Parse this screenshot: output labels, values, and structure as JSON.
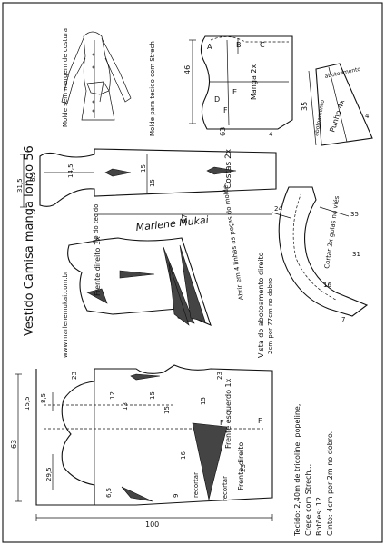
{
  "title": "Vestido Camisa manga longo 56",
  "site": "www.marlenemukai.com.br",
  "signature": "Marlene Mukai",
  "preview": {
    "caption": "Molde sem margem de costura",
    "fabric_note": "Molde para tecido com Strech"
  },
  "sleeve": {
    "label": "Manga 2x",
    "letters": [
      "A",
      "B",
      "C",
      "D",
      "E",
      "F"
    ],
    "dims": [
      "46",
      "63",
      "4"
    ]
  },
  "cuff": {
    "label": "Punho 4x",
    "marks": [
      "abotoamento",
      "abotoamento"
    ],
    "dims": [
      "35",
      "4"
    ]
  },
  "back": {
    "label": "Costas 2x",
    "dims": [
      "31,5",
      "8,5",
      "14,5",
      "15",
      "15",
      "97"
    ]
  },
  "collar": {
    "label": "Cortar 2x golas no viés",
    "dims": [
      "24",
      "35",
      "31",
      "16",
      "7"
    ]
  },
  "front_top": {
    "label": "Frente direito 1x",
    "fold": "fio do tecido",
    "facing_note": "Abrir em 4 linhas as peças do molde"
  },
  "placket": {
    "label": "Vista do abotoamento direito",
    "note": "2cm por 77cm no dobro"
  },
  "front_main": {
    "labels": [
      "Frente esquerdo 1x",
      "Frente direito"
    ],
    "letters": [
      "F",
      "F"
    ],
    "recortar": [
      "recortar",
      "recortar"
    ],
    "dims": [
      "63",
      "15,5",
      "8,5",
      "29,5",
      "12",
      "13",
      "15",
      "15",
      "16",
      "9",
      "23",
      "23",
      "6,5",
      "100",
      "23",
      "15"
    ]
  },
  "materials": {
    "lines": [
      "Tecido: 2,40m de tricoline, popeline,",
      "Crepe com Strech...",
      "Botões: 12",
      "Cinto: 4cm por 2m no dobro."
    ]
  }
}
